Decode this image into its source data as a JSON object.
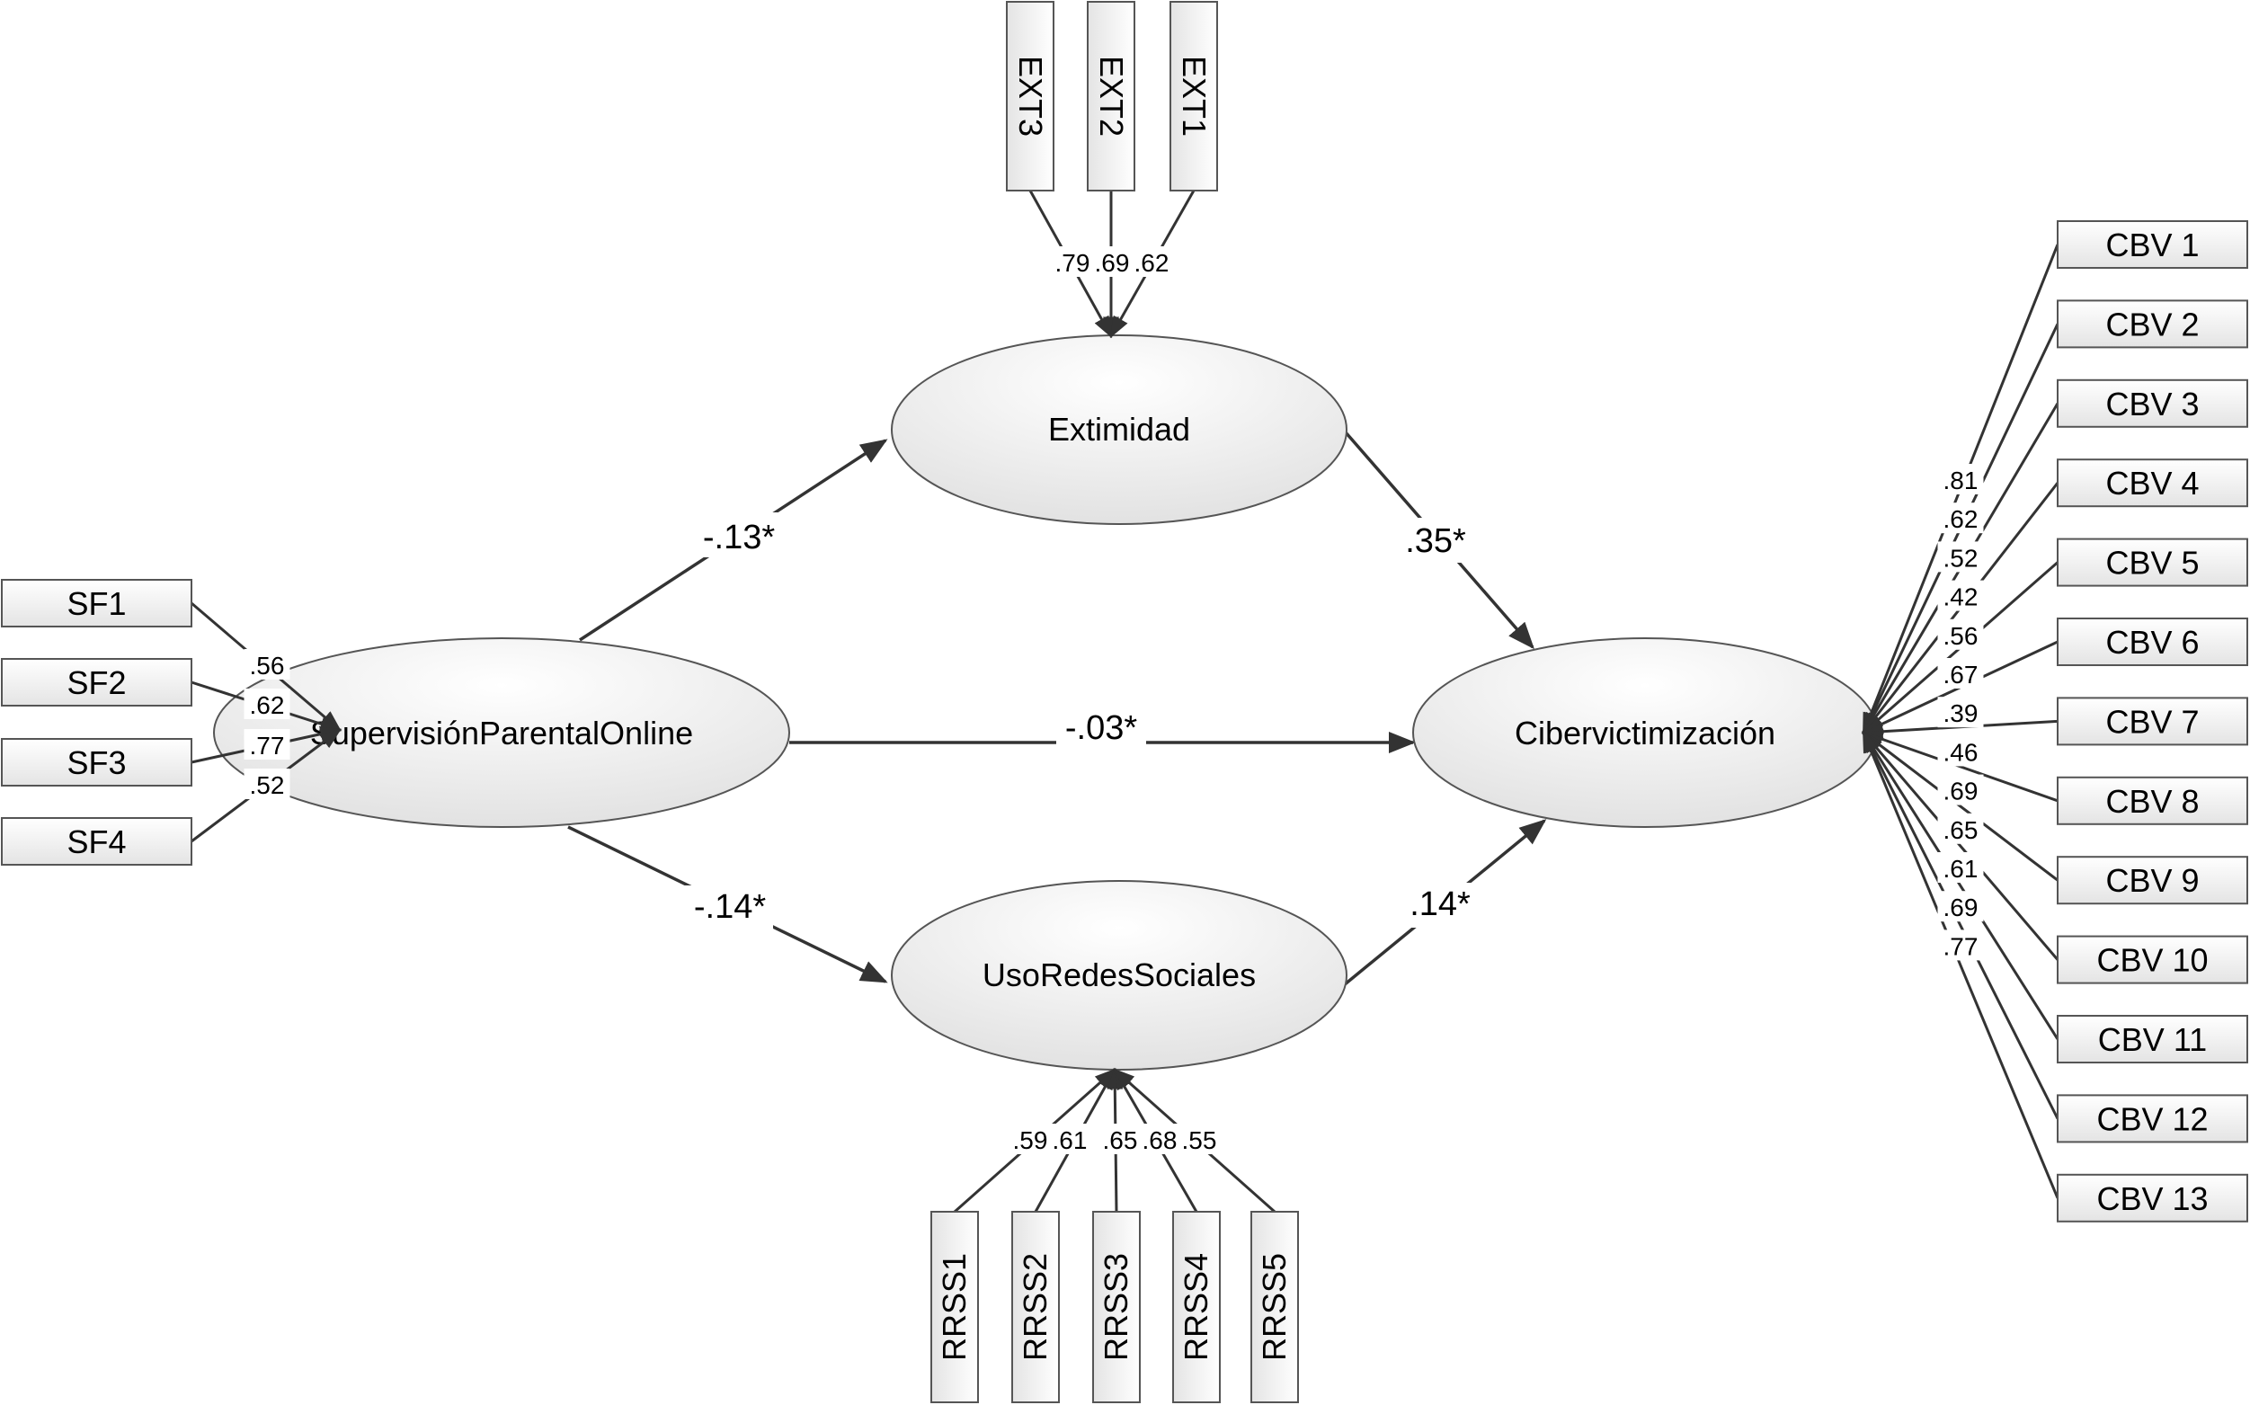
{
  "latent": {
    "spo": "SupervisiónParentalOnline",
    "ext": "Extimidad",
    "urs": "UsoRedesSociales",
    "cbv": "Cibervictimización"
  },
  "paths": {
    "spo_ext": "-.13*",
    "ext_cbv": ".35*",
    "spo_cbv": "-.03*",
    "spo_urs": "-.14*",
    "urs_cbv": ".14*"
  },
  "sf": [
    {
      "label": "SF1",
      "loading": ".56"
    },
    {
      "label": "SF2",
      "loading": ".62"
    },
    {
      "label": "SF3",
      "loading": ".77"
    },
    {
      "label": "SF4",
      "loading": ".52"
    }
  ],
  "ext_items": [
    {
      "label": "EXT3",
      "loading": ".79"
    },
    {
      "label": "EXT2",
      "loading": ".69"
    },
    {
      "label": "EXT1",
      "loading": ".62"
    }
  ],
  "rrss": [
    {
      "label": "RRSS1",
      "loading": ".59"
    },
    {
      "label": "RRSS2",
      "loading": ".61"
    },
    {
      "label": "RRSS3",
      "loading": ".65"
    },
    {
      "label": "RRSS4",
      "loading": ".68"
    },
    {
      "label": "RRSS5",
      "loading": ".55"
    }
  ],
  "cbv_items": [
    {
      "label": "CBV 1",
      "loading": ".81"
    },
    {
      "label": "CBV 2",
      "loading": ".62"
    },
    {
      "label": "CBV 3",
      "loading": ".52"
    },
    {
      "label": "CBV 4",
      "loading": ".42"
    },
    {
      "label": "CBV 5",
      "loading": ".56"
    },
    {
      "label": "CBV 6",
      "loading": ".67"
    },
    {
      "label": "CBV 7",
      "loading": ".39"
    },
    {
      "label": "CBV 8",
      "loading": ".46"
    },
    {
      "label": "CBV 9",
      "loading": ".69"
    },
    {
      "label": "CBV 10",
      "loading": ".65"
    },
    {
      "label": "CBV 11",
      "loading": ".61"
    },
    {
      "label": "CBV 12",
      "loading": ".69"
    },
    {
      "label": "CBV 13",
      "loading": ".77"
    }
  ]
}
